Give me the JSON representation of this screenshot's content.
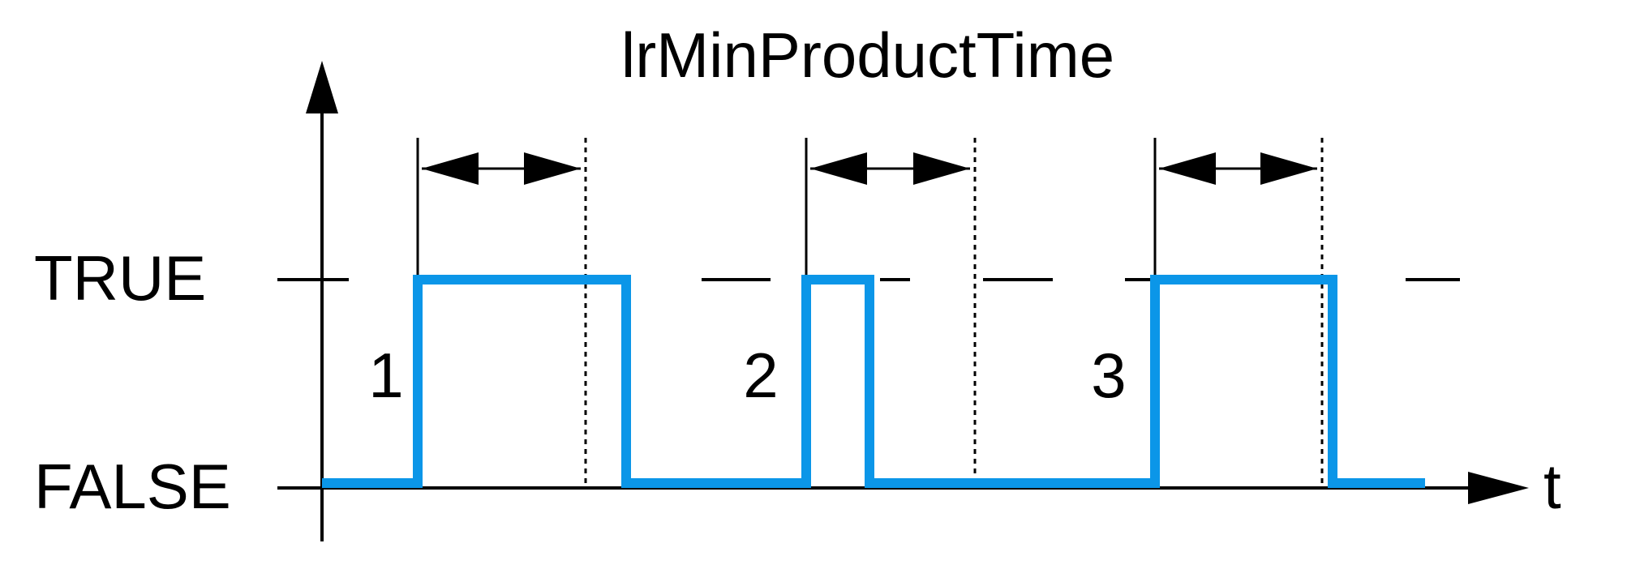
{
  "title": "lrMinProductTime",
  "axis": {
    "true_label": "TRUE",
    "false_label": "FALSE",
    "time_label": "t"
  },
  "pulses": [
    {
      "label": "1"
    },
    {
      "label": "2"
    },
    {
      "label": "3"
    }
  ],
  "colors": {
    "signal": "#0b96e8",
    "ink": "#000000",
    "background": "#ffffff"
  }
}
